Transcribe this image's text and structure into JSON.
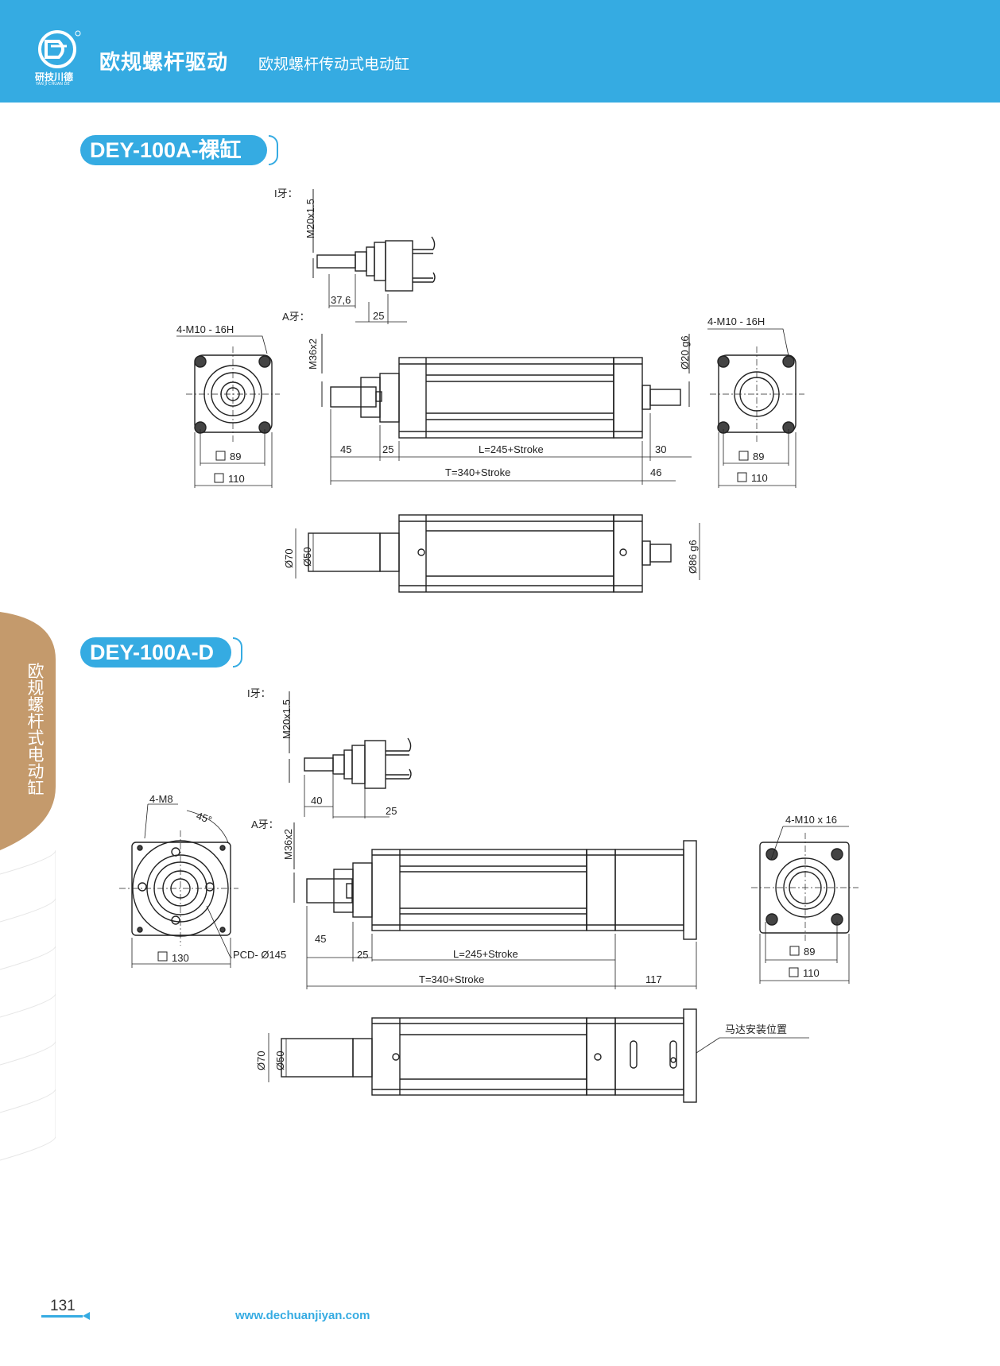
{
  "header": {
    "logo_text": "研技川德",
    "logo_subtext": "YAN JI CHUAN DE",
    "title": "欧规螺杆驱动",
    "subtitle": "欧规螺杆传动式电动缸"
  },
  "side_tab": {
    "text": "欧规螺杆式电动缸"
  },
  "colors": {
    "accent": "#35abe2",
    "side_tab": "#c49a6c",
    "line": "#222222"
  },
  "section1": {
    "title": "DEY-100A-裸缸",
    "labels": {
      "i_thread": "I牙：",
      "m20": "M20x1.5",
      "dim_37_6": "37,6",
      "dim_25_top": "25",
      "a_thread": "A牙：",
      "m36": "M36x2",
      "left_holes": "4-M10 - 16H",
      "right_holes": "4-M10 - 16H",
      "d20": "Ø20 g6",
      "dim_45": "45",
      "dim_25": "25",
      "L": "L=245+Stroke",
      "dim_30": "30",
      "T": "T=340+Stroke",
      "dim_46": "46",
      "sq89_left": "89",
      "sq110_left": "110",
      "sq89_right": "89",
      "sq110_right": "110",
      "d70": "Ø70",
      "d50": "Ø50",
      "d86": "Ø86 g6"
    }
  },
  "section2": {
    "title": "DEY-100A-D",
    "labels": {
      "i_thread": "I牙：",
      "m20": "M20x1.5",
      "dim_40": "40",
      "dim_25_top": "25",
      "a_thread": "A牙：",
      "m36": "M36x2",
      "m8": "4-M8",
      "angle": "45°",
      "pcd": "PCD- Ø145",
      "sq130": "130",
      "right_holes": "4-M10 x 16",
      "dim_45": "45",
      "dim_25": "25",
      "L": "L=245+Stroke",
      "T": "T=340+Stroke",
      "dim_117": "117",
      "sq89": "89",
      "sq110": "110",
      "d70": "Ø70",
      "d50": "Ø50",
      "motor_position": "马达安装位置"
    }
  },
  "footer": {
    "page_number": "131",
    "website": "www.dechuanjiyan.com"
  }
}
